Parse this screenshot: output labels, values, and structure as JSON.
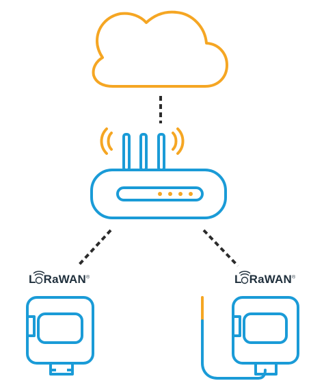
{
  "labels": {
    "left_brand_pre": "L",
    "left_brand_post": "RaWAN",
    "right_brand_pre": "L",
    "right_brand_post": "RaWAN",
    "trademark": "®"
  },
  "colors": {
    "cloud": "#f5a623",
    "gateway": "#1a9bd7",
    "indicator": "#f5a623",
    "signal": "#f5a623",
    "link": "#2b2b2b",
    "sensor": "#1a9bd7",
    "probe_tip": "#f5a623",
    "text": "#1f2f3c"
  },
  "icons": [
    "cloud-icon",
    "gateway-router-icon",
    "wifi-signal-icon",
    "lorawan-logo-icon",
    "sensor-device-icon",
    "probe-sensor-icon"
  ]
}
